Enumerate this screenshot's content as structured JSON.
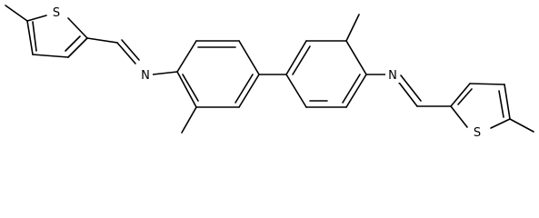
{
  "molecule": {
    "atoms": [
      {
        "id": "s1",
        "label": "S",
        "name": "sulfur-atom-left"
      },
      {
        "id": "n1",
        "label": "N",
        "name": "nitrogen-atom-left"
      },
      {
        "id": "n2",
        "label": "N",
        "name": "nitrogen-atom-right"
      },
      {
        "id": "s2",
        "label": "S",
        "name": "sulfur-atom-right"
      }
    ]
  },
  "colors": {
    "bond": "#000000",
    "background": "#ffffff"
  }
}
